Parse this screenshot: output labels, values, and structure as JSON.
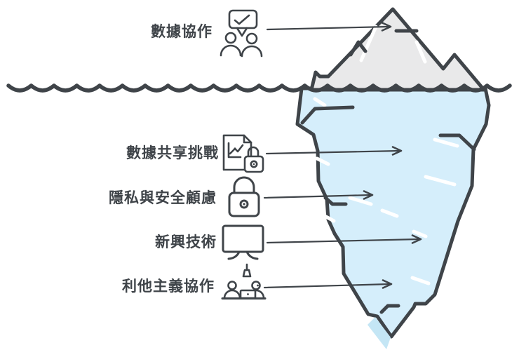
{
  "diagram": {
    "type": "iceberg",
    "items": [
      {
        "label": "數據協作",
        "zone": "above-water",
        "icon": "collaboration-approval-icon"
      },
      {
        "label": "數據共享挑戰",
        "zone": "below-water",
        "icon": "document-chart-lock-icon"
      },
      {
        "label": "隱私與安全顧慮",
        "zone": "below-water",
        "icon": "padlock-icon"
      },
      {
        "label": "新興技術",
        "zone": "below-water",
        "icon": "monitor-icon"
      },
      {
        "label": "利他主義協作",
        "zone": "below-water",
        "icon": "collaboration-desk-icon"
      }
    ],
    "colors": {
      "outline": "#3f4449",
      "text": "#3f4449",
      "above": "#e9e9ea",
      "below": "#d5eefb",
      "shadow": "#c4e6f5",
      "bg": "#ffffff"
    }
  }
}
